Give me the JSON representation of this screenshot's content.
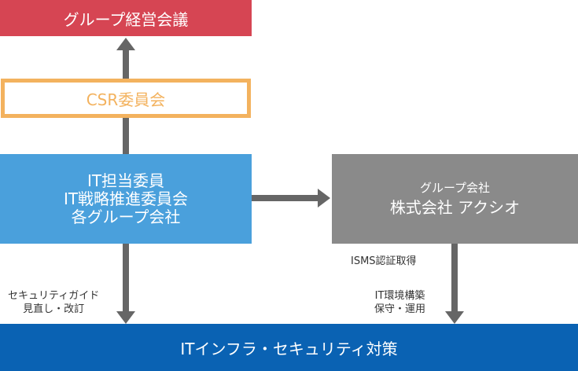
{
  "boxes": {
    "group_mgmt": "グループ経営会議",
    "csr": "CSR委員会",
    "it_committee": [
      "IT担当委員",
      "IT戦略推進委員会",
      "各グループ会社"
    ],
    "axio_sub": "グループ会社",
    "axio_main": "株式会社 アクシオ",
    "infra": "ITインフラ・セキュリティ対策"
  },
  "labels": {
    "isms": "ISMS認証取得",
    "guide": [
      "セキュリティガイド",
      "見直し・改訂"
    ],
    "infra_build": [
      "IT環境構築",
      "保守・運用"
    ]
  },
  "colors": {
    "group_mgmt": "#d64553",
    "csr": "#f3b25e",
    "it_committee": "#4aa0dc",
    "axio": "#8a8a8a",
    "infra": "#0a62b3",
    "arrow": "#666666"
  }
}
